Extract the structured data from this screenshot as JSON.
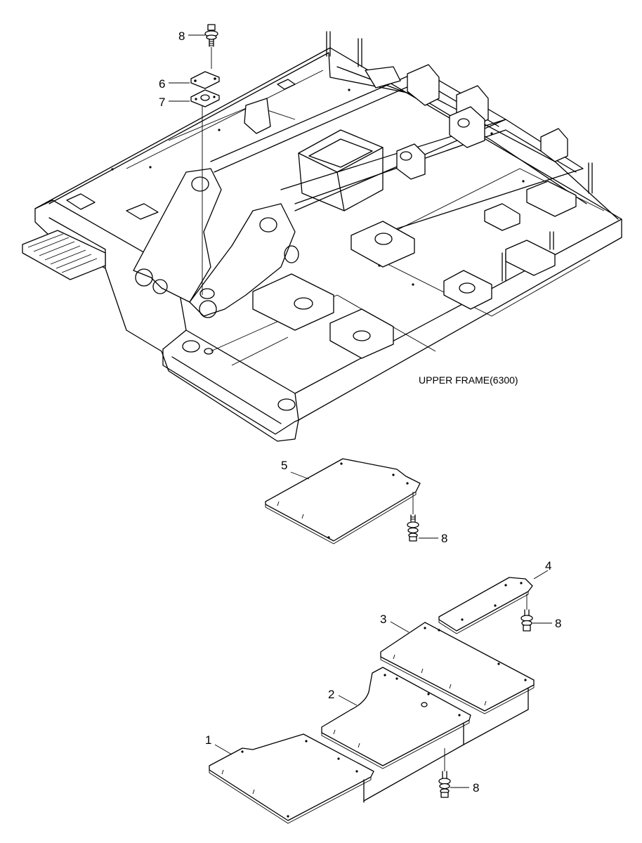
{
  "caption": "UPPER FRAME(6300)",
  "callouts": {
    "c8a": "8",
    "c6": "6",
    "c7": "7",
    "c5": "5",
    "c8b": "8",
    "c4": "4",
    "c8c": "8",
    "c3": "3",
    "c2": "2",
    "c1": "1",
    "c8d": "8"
  }
}
